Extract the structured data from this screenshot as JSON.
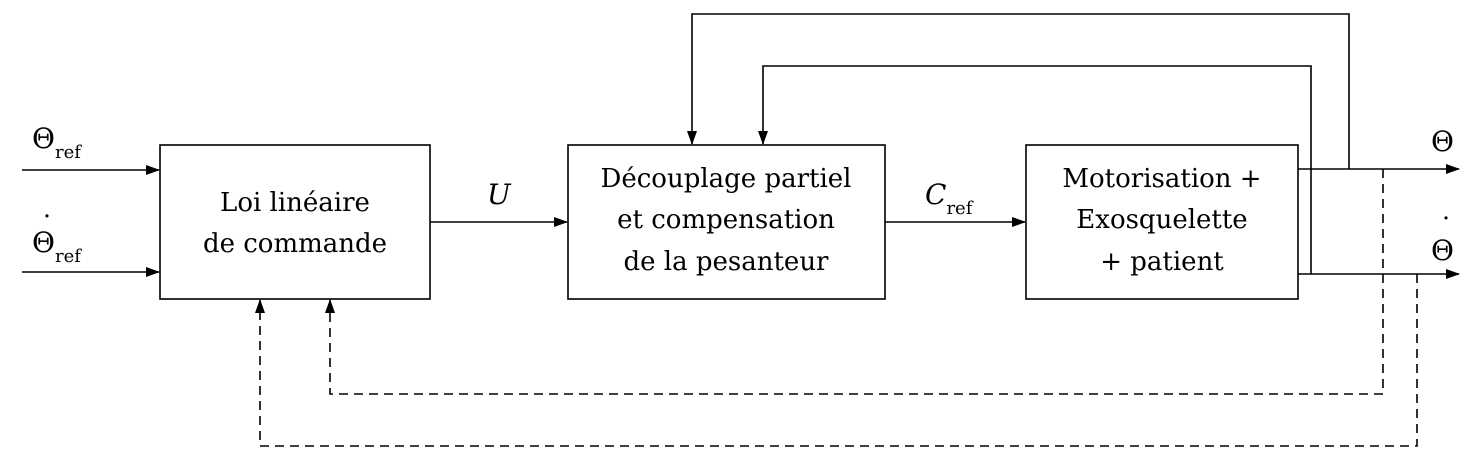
{
  "blocks": {
    "controller": {
      "lines": [
        "Loi linéaire",
        "de commande"
      ]
    },
    "decoupling": {
      "lines": [
        "Découplage partiel",
        "et compensation",
        "de la pesanteur"
      ]
    },
    "plant": {
      "lines": [
        "Motorisation +",
        "Exosquelette",
        "+ patient"
      ]
    }
  },
  "signals": {
    "theta_ref": {
      "symbol": "Θ",
      "subscript": "ref"
    },
    "theta_dot_ref": {
      "symbol": "Θ",
      "dot": "˙",
      "subscript": "ref"
    },
    "u": {
      "symbol": "U"
    },
    "c_ref": {
      "symbol": "C",
      "subscript": "ref"
    },
    "theta_out": {
      "symbol": "Θ"
    },
    "theta_dot_out": {
      "symbol": "Θ",
      "dot": "˙"
    }
  },
  "colors": {
    "stroke": "#000000",
    "background": "#ffffff"
  }
}
